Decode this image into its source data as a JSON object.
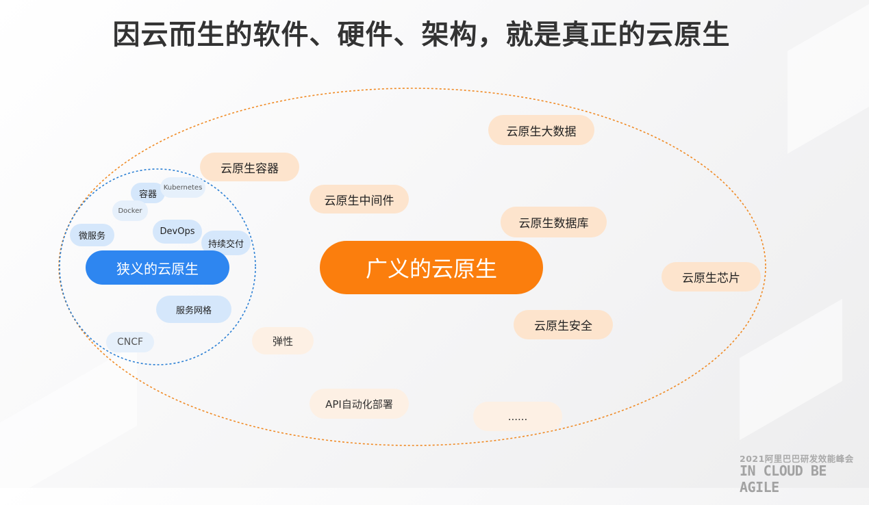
{
  "title": "因云而生的软件、硬件、架构，就是真正的云原生",
  "broad": {
    "label": "广义的云原生",
    "items": {
      "container": "云原生容器",
      "middleware": "云原生中间件",
      "bigdata": "云原生大数据",
      "database": "云原生数据库",
      "chip": "云原生芯片",
      "security": "云原生安全",
      "elastic": "弹性",
      "api_deploy": "API自动化部署",
      "more": "......"
    }
  },
  "narrow": {
    "label": "狭义的云原生",
    "items": {
      "container": "容器",
      "kubernetes": "Kubernetes",
      "docker": "Docker",
      "microservice": "微服务",
      "devops": "DevOps",
      "cd": "持续交付",
      "service_mesh": "服务网格",
      "cncf": "CNCF"
    }
  },
  "colors": {
    "orange": "#fb7e0d",
    "blue": "#2e86f0",
    "peach": "#fde4cd",
    "light_blue": "#d5e7fb"
  },
  "footer": {
    "event": "2021阿里巴巴研发效能峰会",
    "slogan": "IN CLOUD BE AGILE"
  }
}
